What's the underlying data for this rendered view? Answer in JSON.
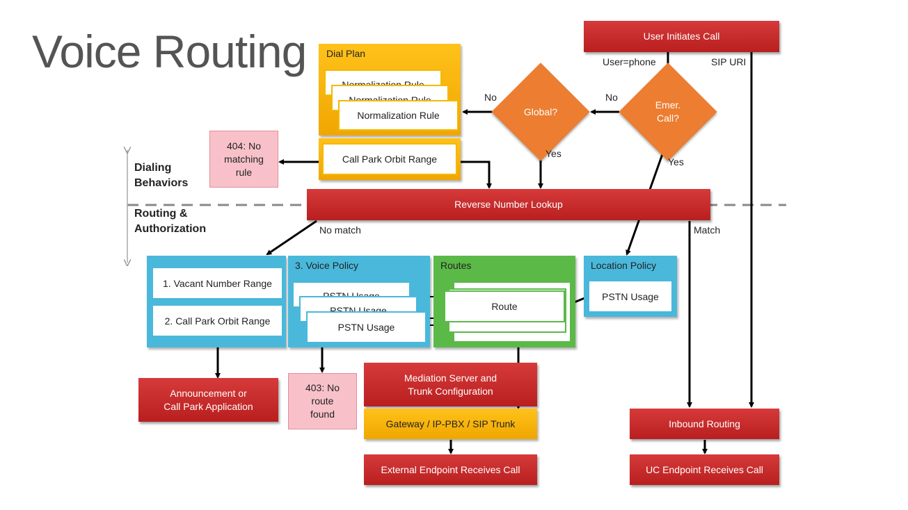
{
  "title": "Voice Routing",
  "sections": {
    "dialing": "Dialing\nBehaviors",
    "routing": "Routing &\nAuthorization"
  },
  "top": {
    "user_initiates": "User Initiates Call",
    "user_phone": "User=phone",
    "sip_uri": "SIP URI",
    "emer": "Emer.\nCall?",
    "global": "Global?",
    "no1": "No",
    "no2": "No",
    "yes1": "Yes",
    "yes2": "Yes"
  },
  "dial_plan": {
    "title": "Dial Plan",
    "rules": [
      "Normalization Rule",
      "Normalization Rule",
      "Normalization Rule"
    ],
    "call_park": "Call Park Orbit Range"
  },
  "no_match_rule": "404: No\nmatching\nrule",
  "reverse_lookup": "Reverse Number Lookup",
  "no_match": "No match",
  "match": "Match",
  "left_box": {
    "item1": "1. Vacant Number Range",
    "item2": "2. Call Park Orbit Range"
  },
  "voice_policy": {
    "title": "3. Voice Policy",
    "usages": [
      "PSTN Usage",
      "PSTN Usage",
      "PSTN Usage"
    ]
  },
  "routes": {
    "title": "Routes",
    "route": "Route"
  },
  "location_policy": {
    "title": "Location Policy",
    "usage": "PSTN Usage"
  },
  "announcement": "Announcement or\nCall Park Application",
  "no_route": "403: No\nroute\nfound",
  "mediation": "Mediation Server and\nTrunk Configuration",
  "gateway": "Gateway / IP-PBX / SIP Trunk",
  "external": "External Endpoint Receives Call",
  "inbound": "Inbound Routing",
  "uc_endpoint": "UC Endpoint Receives Call"
}
